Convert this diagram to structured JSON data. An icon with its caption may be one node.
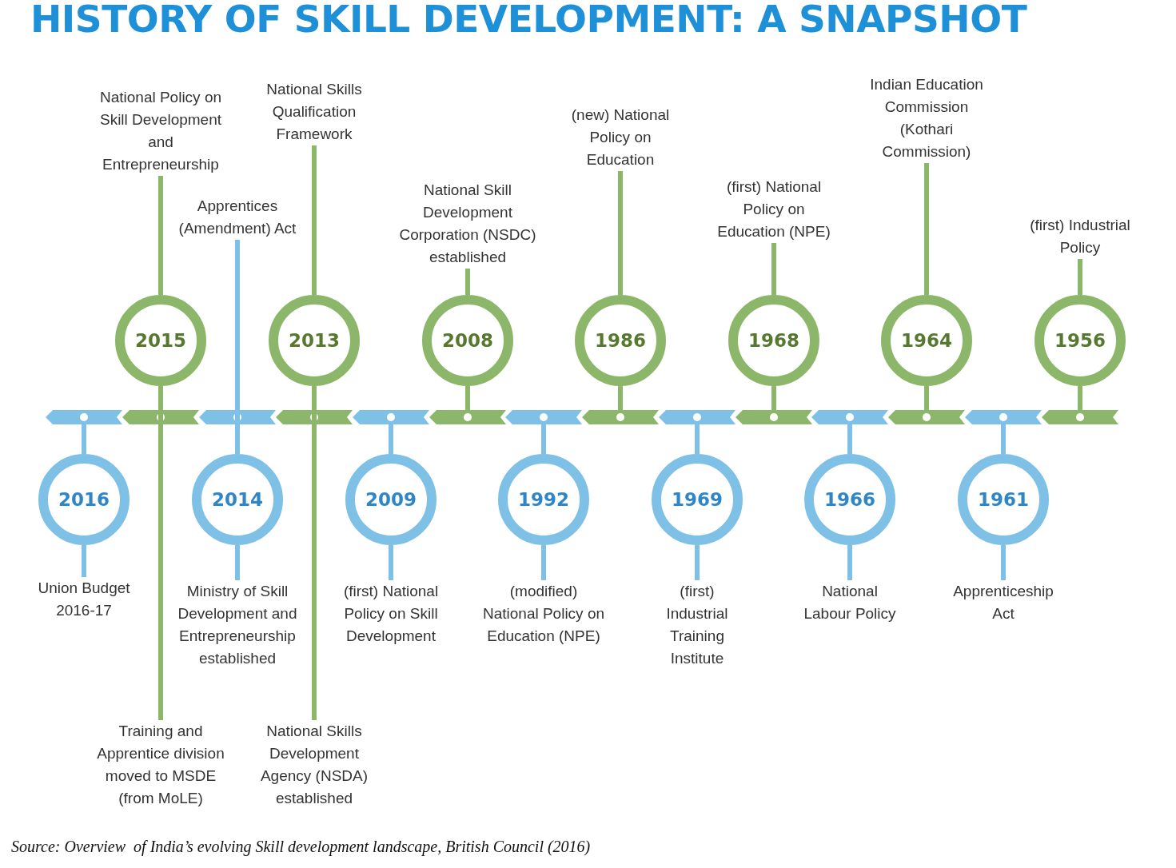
{
  "diagram": {
    "title": "HISTORY OF SKILL DEVELOPMENT: A SNAPSHOT",
    "caption": "Source: Overview  of India’s evolving Skill development landscape, British Council (2016)",
    "nodes": [
      {
        "text": [
          "2016"
        ]
      },
      {
        "text": [
          "Union Budget 2016-17"
        ]
      },
      {
        "text": [
          "National Policy on Skill Development and Entrepreneurship"
        ]
      },
      {
        "text": [
          "2015"
        ]
      },
      {
        "text": [
          "Training and Apprentice division moved to MSDE (from MoLE)"
        ]
      },
      {
        "text": [
          "Apprentices (Amendment) Act"
        ]
      },
      {
        "text": [
          "2014"
        ]
      },
      {
        "text": [
          "Ministry of Skill Development and Entrepreneurship established"
        ]
      },
      {
        "text": [
          "National Skills Qualification Framework"
        ]
      },
      {
        "text": [
          "2013"
        ]
      },
      {
        "text": [
          "National Skills Development Agency (NSDA) established"
        ]
      },
      {
        "text": [
          "2009"
        ]
      },
      {
        "text": [
          "(first) National Policy on Skill Development"
        ]
      },
      {
        "text": [
          "National Skill Development Corporation (NSDC) established"
        ]
      },
      {
        "text": [
          "2008"
        ]
      },
      {
        "text": [
          "1992"
        ]
      },
      {
        "text": [
          "(modified) National Policy on Education (NPE)"
        ]
      },
      {
        "text": [
          "(new) National Policy on Education"
        ]
      },
      {
        "text": [
          "1986"
        ]
      },
      {
        "text": [
          "1969"
        ]
      },
      {
        "text": [
          "(first) Industrial Training Institute"
        ]
      },
      {
        "text": [
          "(first) National Policy on Education (NPE)"
        ]
      },
      {
        "text": [
          "1968"
        ]
      },
      {
        "text": [
          "1966"
        ]
      },
      {
        "text": [
          "National Labour Policy"
        ]
      },
      {
        "text": [
          "Indian Education Commission (Kothari Commission)"
        ]
      },
      {
        "text": [
          "1964"
        ]
      },
      {
        "text": [
          "1961"
        ]
      },
      {
        "text": [
          "Apprenticeship Act"
        ]
      },
      {
        "text": [
          "(first) Industrial Policy"
        ]
      },
      {
        "text": [
          "1956"
        ]
      }
    ],
    "edges": [
      {
        "from": 0,
        "to": 1,
        "arrow": "none",
        "color": "#7fc0e6"
      },
      {
        "from": 3,
        "to": 2,
        "arrow": "none",
        "color": "#8cb76a"
      },
      {
        "from": 3,
        "to": 4,
        "arrow": "none",
        "color": "#8cb76a"
      },
      {
        "from": 6,
        "to": 5,
        "arrow": "none",
        "color": "#7fc0e6"
      },
      {
        "from": 6,
        "to": 7,
        "arrow": "none",
        "color": "#7fc0e6"
      },
      {
        "from": 9,
        "to": 8,
        "arrow": "none",
        "color": "#8cb76a"
      },
      {
        "from": 9,
        "to": 10,
        "arrow": "none",
        "color": "#8cb76a"
      },
      {
        "from": 11,
        "to": 12,
        "arrow": "none",
        "color": "#7fc0e6"
      },
      {
        "from": 14,
        "to": 13,
        "arrow": "none",
        "color": "#8cb76a"
      },
      {
        "from": 15,
        "to": 16,
        "arrow": "none",
        "color": "#7fc0e6"
      },
      {
        "from": 18,
        "to": 17,
        "arrow": "none",
        "color": "#8cb76a"
      },
      {
        "from": 19,
        "to": 20,
        "arrow": "none",
        "color": "#7fc0e6"
      },
      {
        "from": 22,
        "to": 21,
        "arrow": "none",
        "color": "#8cb76a"
      },
      {
        "from": 23,
        "to": 24,
        "arrow": "none",
        "color": "#7fc0e6"
      },
      {
        "from": 26,
        "to": 25,
        "arrow": "none",
        "color": "#8cb76a"
      },
      {
        "from": 27,
        "to": 28,
        "arrow": "none",
        "color": "#7fc0e6"
      },
      {
        "from": 30,
        "to": 29,
        "arrow": "none",
        "color": "#8cb76a"
      }
    ]
  }
}
